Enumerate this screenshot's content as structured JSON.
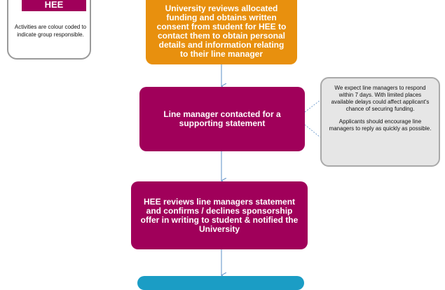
{
  "legend": {
    "swatch_label": "HEE",
    "note": "Activities are colour coded to indicate group responsible."
  },
  "steps": {
    "university": "University reviews allocated funding and obtains written consent from student for HEE to contact them to obtain personal details and information relating to their line manager",
    "line_manager": "Line manager contacted for a supporting statement",
    "hee_review": "HEE reviews line managers statement and confirms / declines sponsorship offer in writing to student & notified the University"
  },
  "callout": {
    "paragraph1": "We expect line managers to respond within 7 days. With limited places available delays could affect applicant's chance of securing funding.",
    "paragraph2": "Applicants should encourage line managers to reply as quickly as possible."
  },
  "colors": {
    "hee": "#a0005a",
    "university": "#e8900e",
    "next_group": "#1b9dc5",
    "connector": "#5b8fc7"
  }
}
